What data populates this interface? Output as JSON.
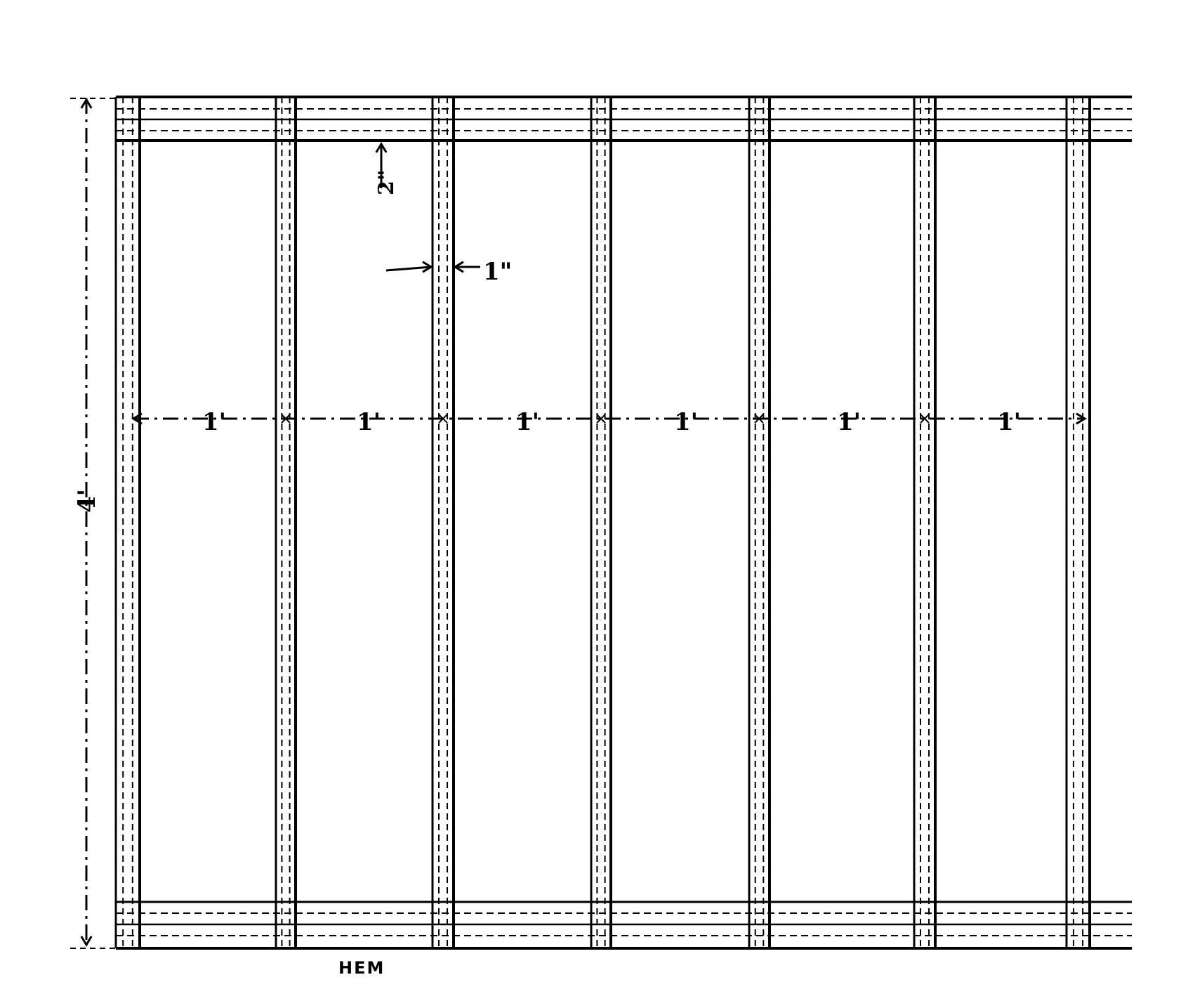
{
  "labels": {
    "height": "4'",
    "top_band": "2\"",
    "strip_width": "1\"",
    "spacing": [
      "1'",
      "1'",
      "1'",
      "1'",
      "1'",
      "1'"
    ],
    "hem": "HEM"
  },
  "colors": {
    "ink": "#000000",
    "paper": "#ffffff"
  }
}
